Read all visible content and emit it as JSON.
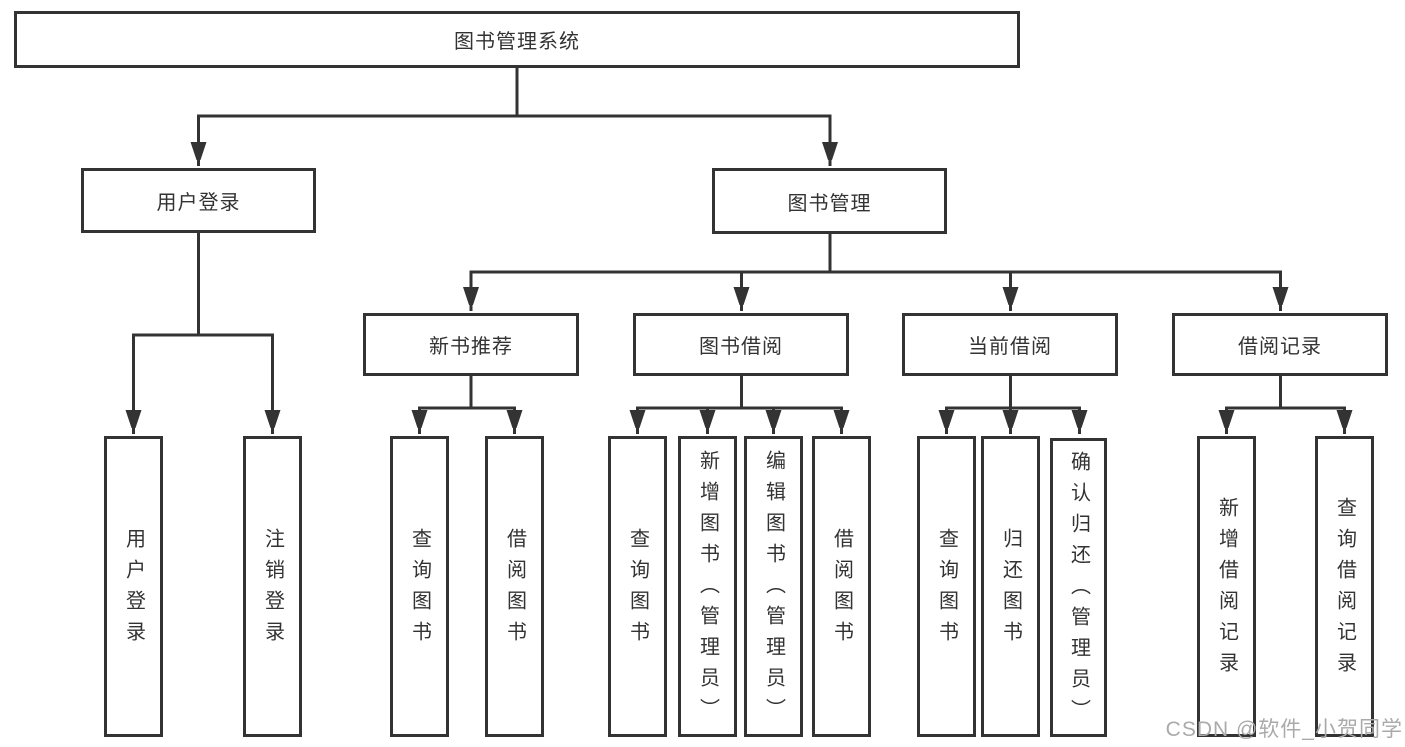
{
  "colors": {
    "line": "#333333",
    "text": "#333333",
    "watermark": "#aaaaaa",
    "background": "#ffffff"
  },
  "tree": {
    "root": "图书管理系统",
    "branches": [
      {
        "label": "用户登录",
        "leaves": [
          "用户登录",
          "注销登录"
        ]
      },
      {
        "label": "图书管理",
        "groups": [
          {
            "label": "新书推荐",
            "leaves": [
              "查询图书",
              "借阅图书"
            ]
          },
          {
            "label": "图书借阅",
            "leaves": [
              "查询图书",
              "新增图书（管理员）",
              "编辑图书（管理员）",
              "借阅图书"
            ]
          },
          {
            "label": "当前借阅",
            "leaves": [
              "查询图书",
              "归还图书",
              "确认归还（管理员）"
            ]
          },
          {
            "label": "借阅记录",
            "leaves": [
              "新增借阅记录",
              "查询借阅记录"
            ]
          }
        ]
      }
    ]
  },
  "watermark": "CSDN @软件_小贺同学"
}
